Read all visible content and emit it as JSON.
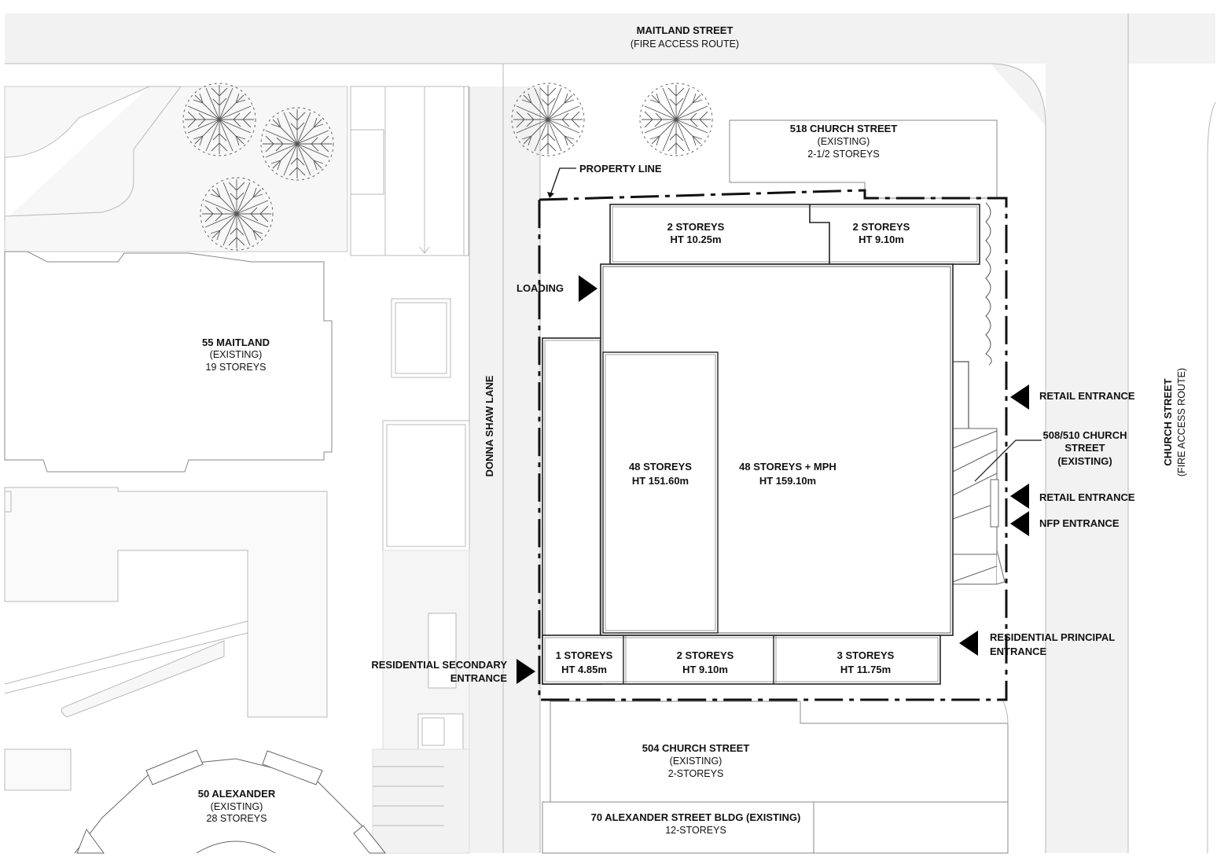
{
  "streets": {
    "maitland": {
      "name": "MAITLAND STREET",
      "note": "(FIRE ACCESS ROUTE)"
    },
    "church": {
      "name": "CHURCH STREET",
      "note": "(FIRE ACCESS ROUTE)"
    },
    "donna_shaw": {
      "name": "DONNA SHAW LANE"
    }
  },
  "buildings": {
    "b518": {
      "name": "518 CHURCH STREET",
      "status": "(EXISTING)",
      "height": "2-1/2 STOREYS"
    },
    "maitland55": {
      "name": "55 MAITLAND",
      "status": "(EXISTING)",
      "height": "19 STOREYS"
    },
    "b504": {
      "name": "504 CHURCH STREET",
      "status": "(EXISTING)",
      "height": "2-STOREYS"
    },
    "alex70": {
      "name": "70 ALEXANDER STREET BLDG (EXISTING)",
      "height": "12-STOREYS"
    },
    "alex50": {
      "name": "50 ALEXANDER",
      "status": "(EXISTING)",
      "height": "28 STOREYS"
    },
    "b508": {
      "line1": "508/510 CHURCH",
      "line2": "STREET",
      "line3": "(EXISTING)"
    }
  },
  "site": {
    "property_line": "PROPERTY LINE",
    "podium_nw": {
      "storeys": "2 STOREYS",
      "height": "HT 10.25m"
    },
    "podium_ne": {
      "storeys": "2 STOREYS",
      "height": "HT 9.10m"
    },
    "tower_west": {
      "storeys": "48 STOREYS",
      "height": "HT 151.60m"
    },
    "tower_main": {
      "storeys": "48 STOREYS + MPH",
      "height": "HT 159.10m"
    },
    "podium_s1": {
      "storeys": "1 STOREYS",
      "height": "HT 4.85m"
    },
    "podium_s2": {
      "storeys": "2 STOREYS",
      "height": "HT 9.10m"
    },
    "podium_s3": {
      "storeys": "3 STOREYS",
      "height": "HT 11.75m"
    }
  },
  "entrances": {
    "loading": "LOADING",
    "retail_1": "RETAIL ENTRANCE",
    "retail_2": "RETAIL ENTRANCE",
    "nfp": "NFP ENTRANCE",
    "res_principal_1": "RESIDENTIAL PRINCIPAL",
    "res_principal_2": "ENTRANCE",
    "res_secondary_1": "RESIDENTIAL SECONDARY",
    "res_secondary_2": "ENTRANCE"
  }
}
